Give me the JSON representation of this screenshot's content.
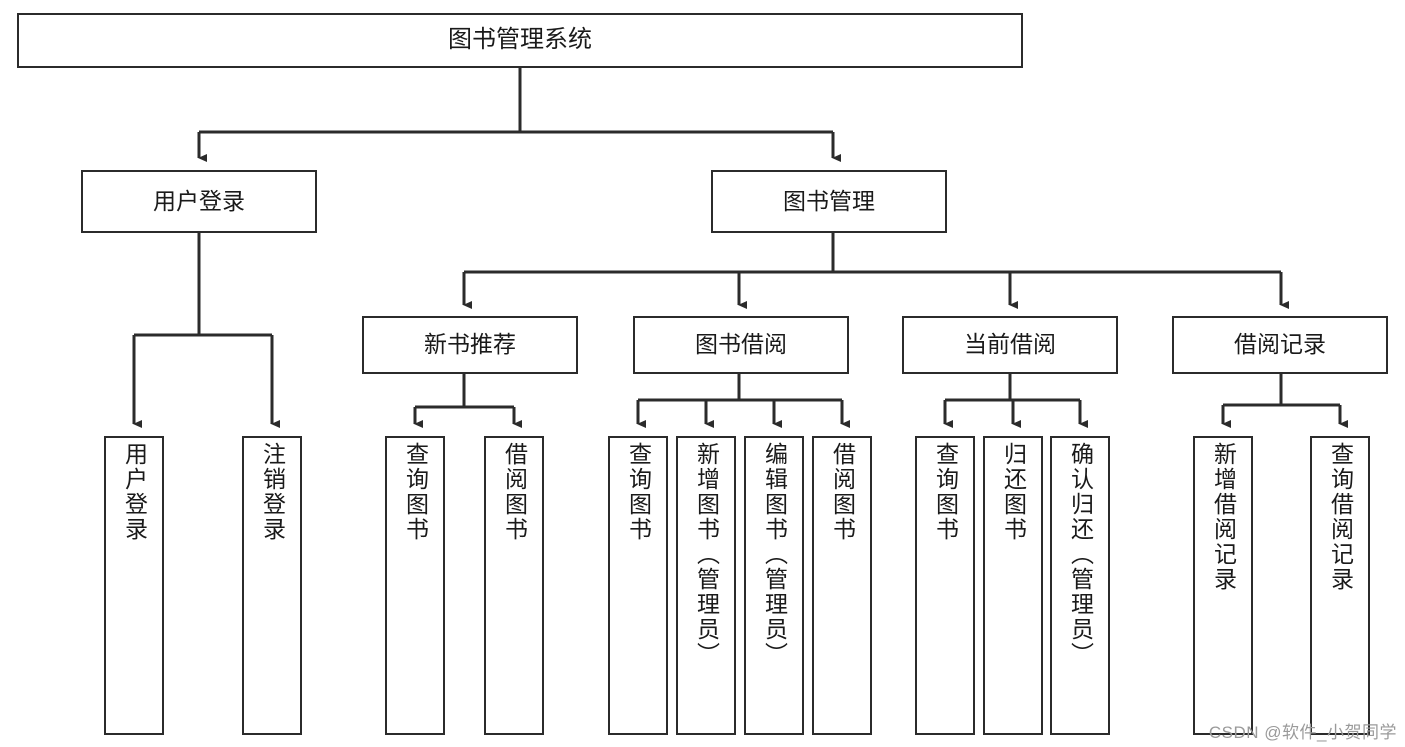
{
  "diagram": {
    "title": "图书管理系统",
    "type": "tree-hierarchy",
    "watermark": "CSDN @软件_小贺同学",
    "colors": {
      "box_border": "#2b2b2b",
      "box_fill": "#ffffff",
      "connector": "#2b2b2b",
      "text": "#1a1a1a",
      "watermark": "#9a9a9a"
    },
    "nodes": {
      "root": {
        "label": "图书管理系统"
      },
      "level2": [
        {
          "id": "user-login",
          "label": "用户登录"
        },
        {
          "id": "book-manage",
          "label": "图书管理"
        }
      ],
      "level3": [
        {
          "id": "new-book-recommend",
          "label": "新书推荐"
        },
        {
          "id": "book-borrow",
          "label": "图书借阅"
        },
        {
          "id": "current-borrow",
          "label": "当前借阅"
        },
        {
          "id": "borrow-record",
          "label": "借阅记录"
        }
      ],
      "leaves": {
        "user-login": [
          {
            "id": "leaf-user-login",
            "label": "用户登录"
          },
          {
            "id": "leaf-logout-login",
            "label": "注销登录"
          }
        ],
        "new-book-recommend": [
          {
            "id": "leaf-query-book-1",
            "label": "查询图书"
          },
          {
            "id": "leaf-borrow-book-1",
            "label": "借阅图书"
          }
        ],
        "book-borrow": [
          {
            "id": "leaf-query-book-2",
            "label": "查询图书"
          },
          {
            "id": "leaf-add-book",
            "label": "新增图书（管理员）"
          },
          {
            "id": "leaf-edit-book",
            "label": "编辑图书（管理员）"
          },
          {
            "id": "leaf-borrow-book-2",
            "label": "借阅图书"
          }
        ],
        "current-borrow": [
          {
            "id": "leaf-query-book-3",
            "label": "查询图书"
          },
          {
            "id": "leaf-return-book",
            "label": "归还图书"
          },
          {
            "id": "leaf-confirm-return",
            "label": "确认归还（管理员）"
          }
        ],
        "borrow-record": [
          {
            "id": "leaf-add-record",
            "label": "新增借阅记录"
          },
          {
            "id": "leaf-query-record",
            "label": "查询借阅记录"
          }
        ]
      }
    }
  }
}
